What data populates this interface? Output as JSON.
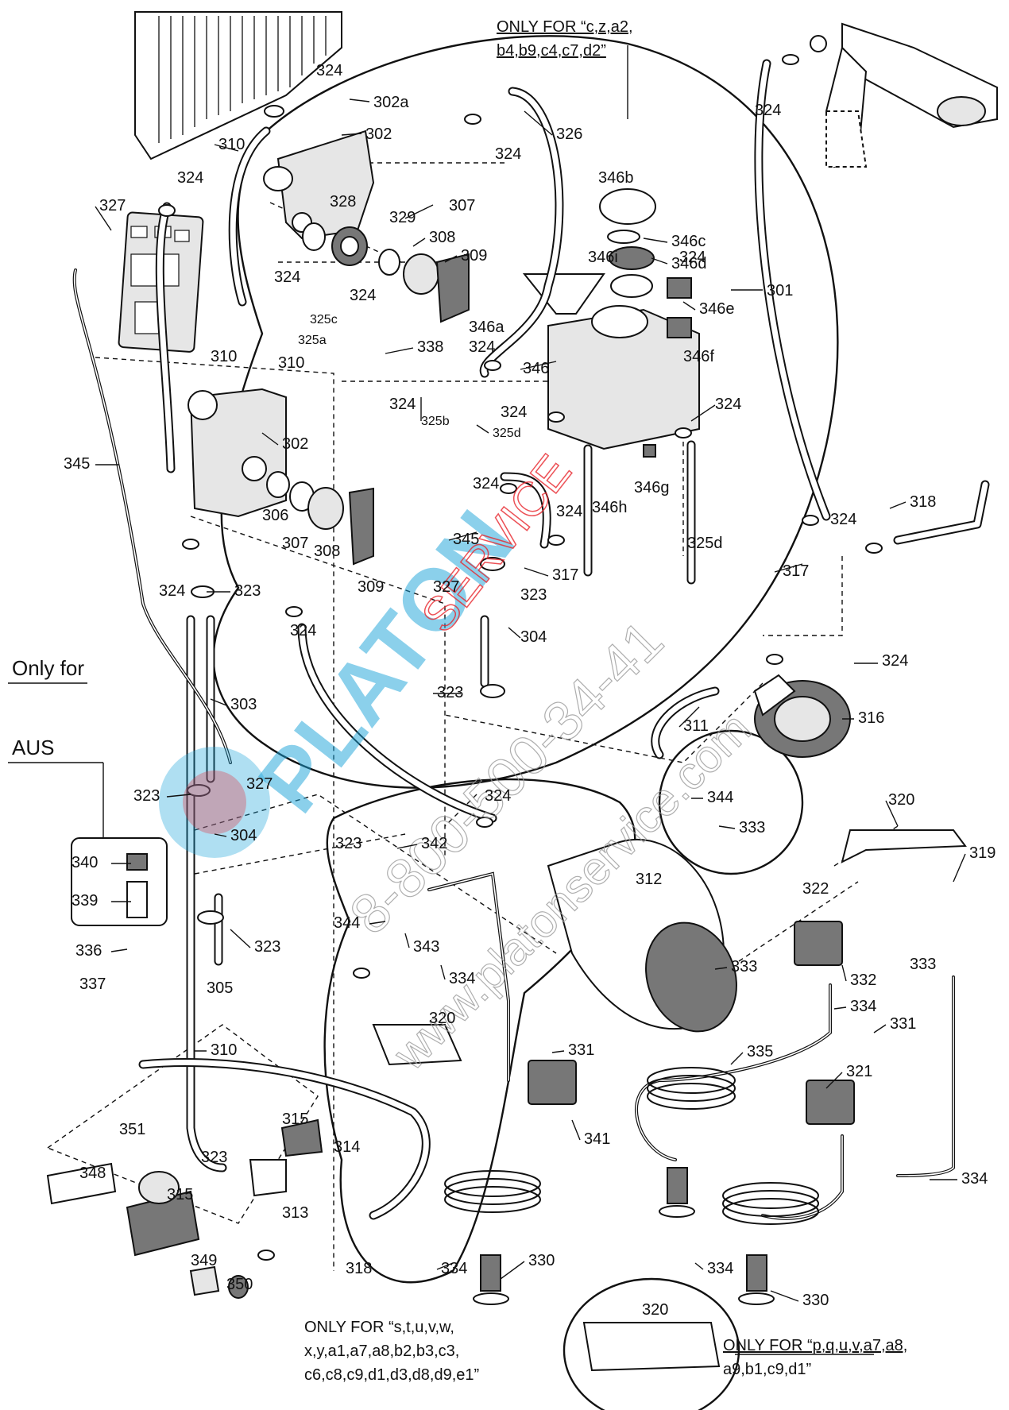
{
  "diagram": {
    "zone_notes": {
      "top": [
        "ONLY FOR “c,z,a2,",
        "b4,b9,c4,c7,d2”"
      ],
      "bottom_left": [
        "ONLY FOR “s,t,u,v,w,",
        "x,y,a1,a7,a8,b2,b3,c3,",
        "c6,c8,c9,d1,d3,d8,d9,e1”"
      ],
      "bottom_right": [
        "ONLY FOR “p,q,u,v,a7,a8,",
        "a9,b1,c9,d1”"
      ]
    },
    "aus_box": {
      "title_line1": "Only for",
      "title_line2": "AUS"
    },
    "callouts": {
      "c_301": "301",
      "c_302a": "302a",
      "c_302": "302",
      "c_302b": "302",
      "c_303": "303",
      "c_304a": "304",
      "c_304b": "304",
      "c_305": "305",
      "c_306": "306",
      "c_307a": "307",
      "c_307b": "307",
      "c_308a": "308",
      "c_308b": "308",
      "c_309a": "309",
      "c_309b": "309",
      "c_310a": "310",
      "c_310b": "310",
      "c_310c": "310",
      "c_310d": "310",
      "c_311": "311",
      "c_312": "312",
      "c_313": "313",
      "c_314": "314",
      "c_315a": "315",
      "c_315b": "315",
      "c_316": "316",
      "c_317a": "317",
      "c_317b": "317",
      "c_318a": "318",
      "c_318b": "318",
      "c_319": "319",
      "c_320a": "320",
      "c_320b": "320",
      "c_320c": "320",
      "c_321": "321",
      "c_322": "322",
      "c_323a": "323",
      "c_323b": "323",
      "c_323c": "323",
      "c_323d": "323",
      "c_323e": "323",
      "c_323f": "323",
      "c_323g": "323",
      "c_324a": "324",
      "c_324b": "324",
      "c_324c": "324",
      "c_324d": "324",
      "c_324e": "324",
      "c_324f": "324",
      "c_324g": "324",
      "c_324h": "324",
      "c_324i": "324",
      "c_324j": "324",
      "c_324k": "324",
      "c_324l": "324",
      "c_324m": "324",
      "c_324n": "324",
      "c_324o": "324",
      "c_324p": "324",
      "c_324q": "324",
      "c_324r": "324",
      "c_325a": "325a",
      "c_325b": "325b",
      "c_325c": "325c",
      "c_325d": "325d",
      "c_325d2": "325d",
      "c_326": "326",
      "c_327a": "327",
      "c_327b": "327",
      "c_327c": "327",
      "c_328": "328",
      "c_329": "329",
      "c_330a": "330",
      "c_330b": "330",
      "c_331a": "331",
      "c_331b": "331",
      "c_332": "332",
      "c_333a": "333",
      "c_333b": "333",
      "c_333c": "333",
      "c_334a": "334",
      "c_334b": "334",
      "c_334c": "334",
      "c_334d": "334",
      "c_334e": "334",
      "c_335": "335",
      "c_336": "336",
      "c_337": "337",
      "c_338": "338",
      "c_339": "339",
      "c_340": "340",
      "c_341": "341",
      "c_342": "342",
      "c_343": "343",
      "c_344a": "344",
      "c_344b": "344",
      "c_345a": "345",
      "c_345b": "345",
      "c_346": "346",
      "c_346a": "346a",
      "c_346b": "346b",
      "c_346c": "346c",
      "c_346d": "346d",
      "c_346e": "346e",
      "c_346f": "346f",
      "c_346g": "346g",
      "c_346h": "346h",
      "c_346i": "346i",
      "c_348": "348",
      "c_349": "349",
      "c_350": "350",
      "c_351": "351"
    }
  },
  "watermark": {
    "brand": "PLATON",
    "service": "SERVICE",
    "phone": "8-800-500-34-41",
    "site": "www.platonservice.com",
    "colors": {
      "brand": "#1aa3d9",
      "service": "#e8262d",
      "phone": "#9a9a9a"
    }
  }
}
